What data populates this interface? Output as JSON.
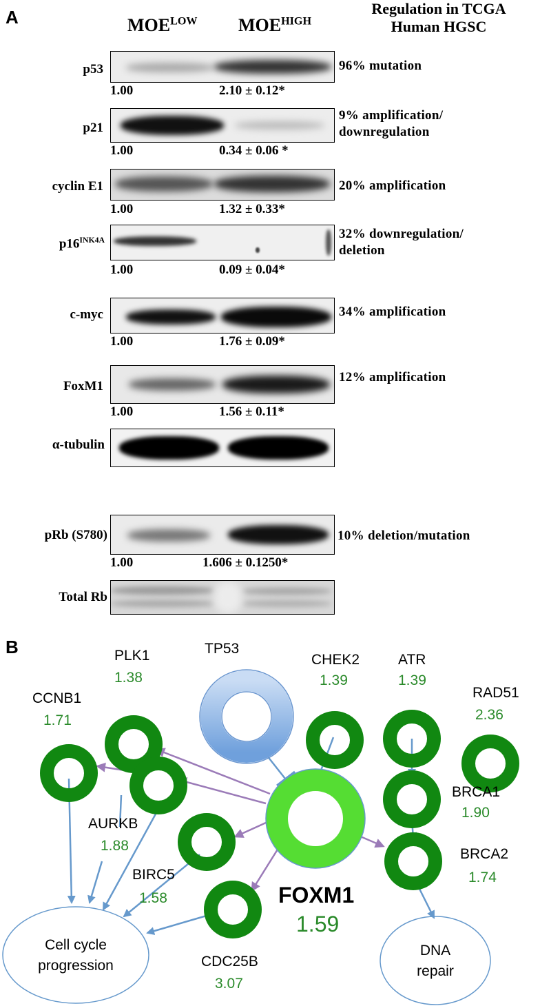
{
  "panel_a": {
    "letter": "A",
    "col_low_base": "MOE",
    "col_low_sup": "LOW",
    "col_high_base": "MOE",
    "col_high_sup": "HIGH",
    "reg_header_line1": "Regulation in TCGA",
    "reg_header_line2": "Human HGSC",
    "rows": [
      {
        "label": "p53",
        "label_sup": "",
        "low": "1.00",
        "high": "2.10 ± 0.12*",
        "reg1": "96% mutation",
        "reg2": ""
      },
      {
        "label": "p21",
        "label_sup": "",
        "low": "1.00",
        "high": "0.34 ± 0.06 *",
        "reg1": "9% amplification/",
        "reg2": "downregulation"
      },
      {
        "label": "cyclin E1",
        "label_sup": "",
        "low": "1.00",
        "high": "1.32 ± 0.33*",
        "reg1": "20% amplification",
        "reg2": ""
      },
      {
        "label": "p16",
        "label_sup": "INK4A",
        "low": "1.00",
        "high": "0.09 ± 0.04*",
        "reg1": "32%  downregulation/",
        "reg2": "deletion"
      },
      {
        "label": "c-myc",
        "label_sup": "",
        "low": "1.00",
        "high": "1.76 ± 0.09*",
        "reg1": "34% amplification",
        "reg2": ""
      },
      {
        "label": "FoxM1",
        "label_sup": "",
        "low": "1.00",
        "high": "1.56 ± 0.11*",
        "reg1": "12%  amplification",
        "reg2": ""
      },
      {
        "label": "α-tubulin",
        "label_sup": "",
        "low": "",
        "high": "",
        "reg1": "",
        "reg2": ""
      },
      {
        "label": "pRb (S780)",
        "label_sup": "",
        "low": "1.00",
        "high": "1.606 ± 0.1250*",
        "reg1": "10%  deletion/mutation",
        "reg2": ""
      },
      {
        "label": "Total Rb",
        "label_sup": "",
        "low": "",
        "high": "",
        "reg1": "",
        "reg2": ""
      }
    ]
  },
  "panel_b": {
    "letter": "B",
    "genes": {
      "tp53": {
        "name": "TP53",
        "value": ""
      },
      "plk1": {
        "name": "PLK1",
        "value": "1.38"
      },
      "ccnb1": {
        "name": "CCNB1",
        "value": "1.71"
      },
      "chek2": {
        "name": "CHEK2",
        "value": "1.39"
      },
      "atr": {
        "name": "ATR",
        "value": "1.39"
      },
      "rad51": {
        "name": "RAD51",
        "value": "2.36"
      },
      "aurkb": {
        "name": "AURKB",
        "value": "1.88"
      },
      "brca1": {
        "name": "BRCA1",
        "value": "1.90"
      },
      "brca2": {
        "name": "BRCA2",
        "value": "1.74"
      },
      "birc5": {
        "name": "BIRC5",
        "value": "1.58"
      },
      "cdc25b": {
        "name": "CDC25B",
        "value": "3.07"
      },
      "foxm1": {
        "name": "FOXM1",
        "value": "1.59"
      }
    },
    "outcome_cell_line1": "Cell cycle",
    "outcome_cell_line2": "progression",
    "outcome_dna_line1": "DNA",
    "outcome_dna_line2": "repair"
  },
  "colors": {
    "dark_green": "#118811",
    "light_green": "#55dd33",
    "tp53_blue": "#8cb8e8",
    "arrow_blue": "#6699cc",
    "arrow_purple": "#9b7bb8",
    "value_green": "#2a8a2a"
  }
}
